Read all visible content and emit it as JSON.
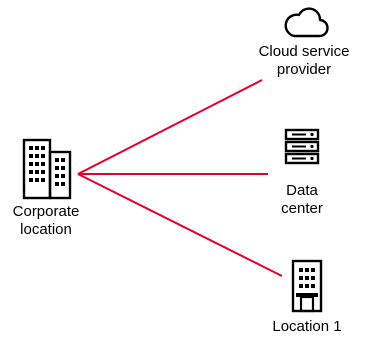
{
  "nodes": {
    "corporate": {
      "line1": "Corporate",
      "line2": "location",
      "icon": "office-buildings-icon"
    },
    "cloud": {
      "line1": "Cloud service",
      "line2": "provider",
      "icon": "cloud-icon"
    },
    "datacenter": {
      "line1": "Data",
      "line2": "center",
      "icon": "server-rack-icon"
    },
    "location1": {
      "line1": "Location 1",
      "icon": "building-icon"
    }
  },
  "colors": {
    "connector": "#e4002b",
    "icon": "#000000"
  }
}
